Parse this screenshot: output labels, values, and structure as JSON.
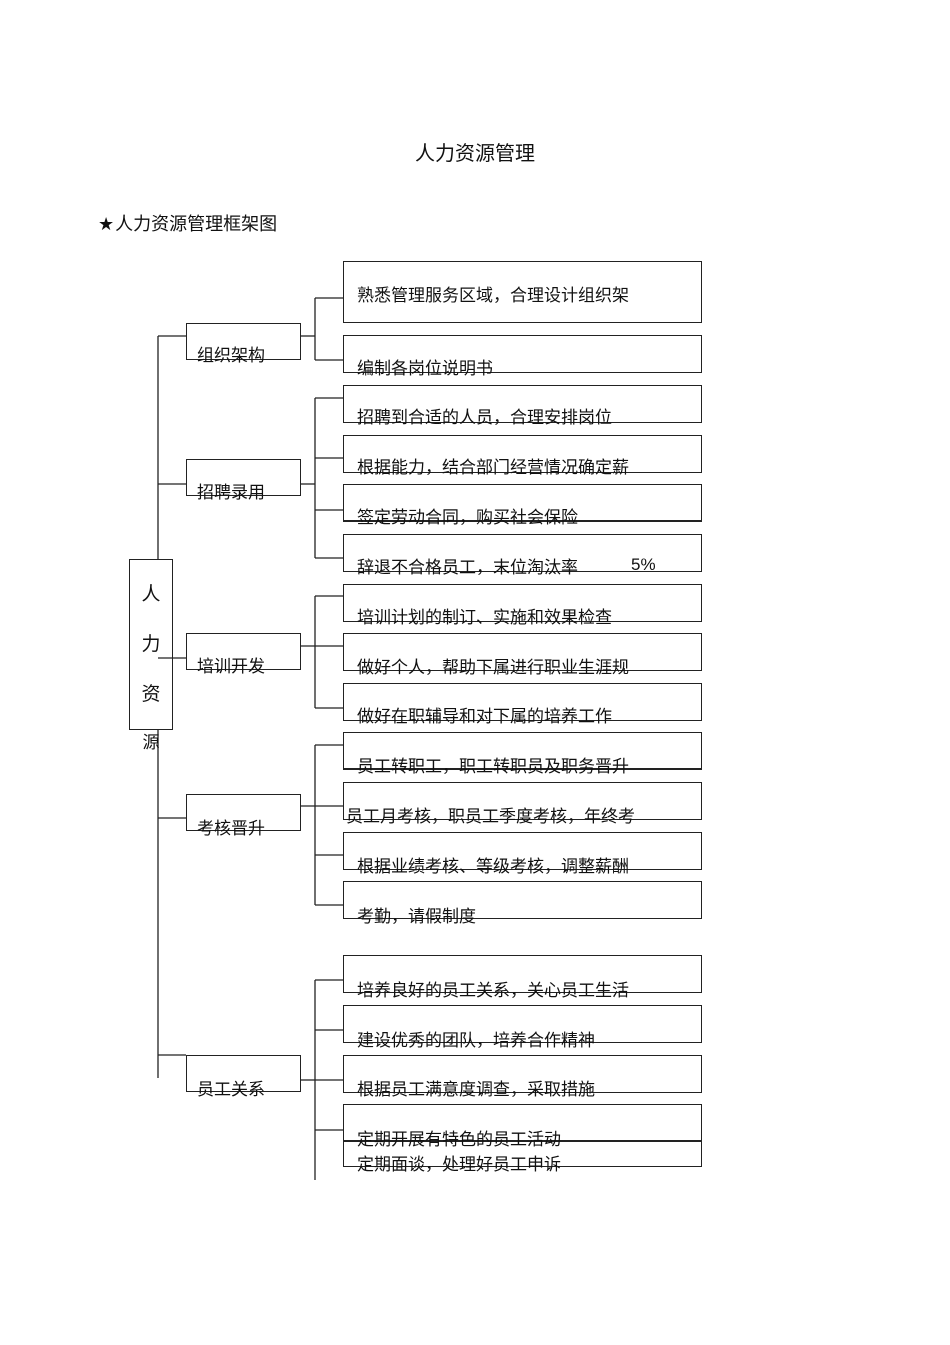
{
  "title": "人力资源管理",
  "subtitle": "人力资源管理框架图",
  "subtitle_marker": "★",
  "root_chars": [
    "人",
    "力",
    "资",
    "源"
  ],
  "categories": [
    {
      "label": "组织架构",
      "items": [
        "熟悉管理服务区域，合理设计组织架",
        "编制各岗位说明书"
      ]
    },
    {
      "label": "招聘录用",
      "items": [
        "招聘到合适的人员，合理安排岗位",
        "根据能力，结合部门经营情况确定薪",
        "签定劳动合同，购买社会保险",
        "辞退不合格员工，末位淘汰率"
      ]
    },
    {
      "label": "培训开发",
      "items": [
        "培训计划的制订、实施和效果检查",
        "做好个人，帮助下属进行职业生涯规",
        "做好在职辅导和对下属的培养工作"
      ]
    },
    {
      "label": "考核晋升",
      "items": [
        "员工转职工，职工转职员及职务晋升",
        "员工月考核，职员工季度考核，年终考",
        "根据业绩考核、等级考核，调整薪酬",
        "考勤，请假制度"
      ]
    },
    {
      "label": "员工关系",
      "items": [
        "培养良好的员工关系，关心员工生活",
        "建设优秀的团队，培养合作精神",
        "根据员工满意度调查，采取措施",
        "定期开展有特色的员工活动",
        "定期面谈，处理好员工申诉"
      ]
    }
  ],
  "elimination_rate": "5%"
}
